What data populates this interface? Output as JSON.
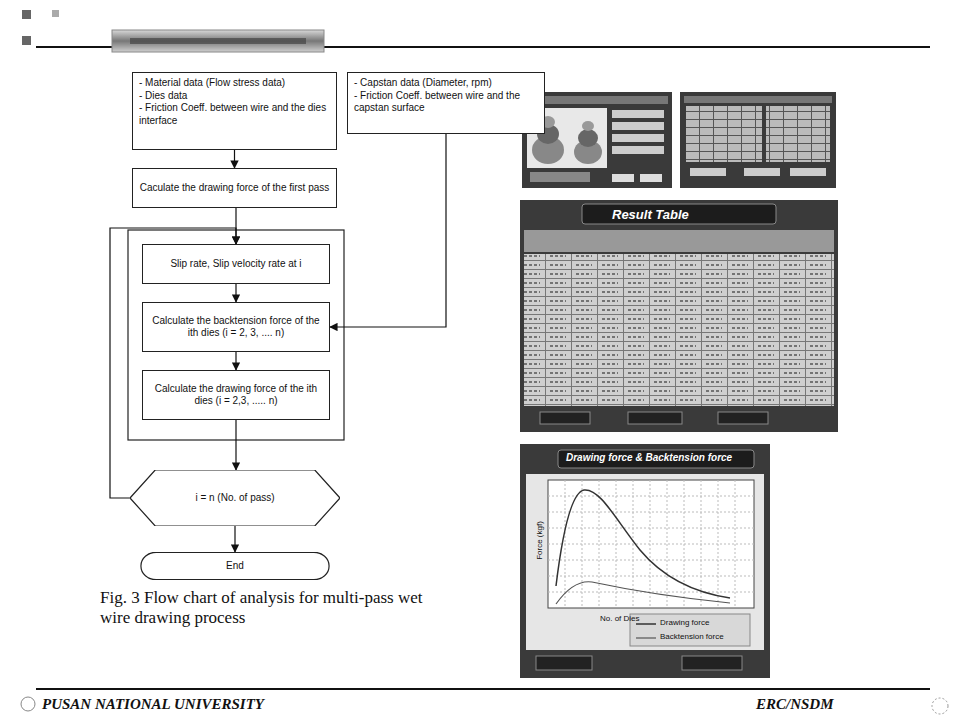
{
  "diagram": {
    "caption": "Fig. 3 Flow chart of analysis for multi-pass wet wire drawing process",
    "nodes": [
      {
        "text": [
          "- Material data (Flow stress data)",
          "- Dies data",
          "- Friction Coeff. between wire and the dies interface"
        ]
      },
      {
        "text": [
          "- Capstan data (Diameter, rpm)",
          "- Friction Coeff. between wire and the capstan surface"
        ]
      },
      {
        "text": [
          "Caculate the drawing force of the first pass"
        ]
      },
      {
        "text": [
          "Slip rate, Slip velocity rate at i"
        ]
      },
      {
        "text": [
          "Calculate the backtension force of the ith dies (i = 2, 3, .... n)"
        ]
      },
      {
        "text": [
          "Calculate the drawing force of the ith dies (i = 2,3, ..... n)"
        ]
      },
      {
        "text": [
          "i = n (No. of pass)"
        ]
      },
      {
        "text": [
          "End"
        ]
      }
    ],
    "edges": [
      {
        "from": 0,
        "to": 2,
        "arrow": "to"
      },
      {
        "from": 2,
        "to": 3,
        "arrow": "to"
      },
      {
        "from": 3,
        "to": 4,
        "arrow": "to"
      },
      {
        "from": 4,
        "to": 5,
        "arrow": "to"
      },
      {
        "from": 5,
        "to": 6,
        "arrow": "to"
      },
      {
        "from": 6,
        "to": 7,
        "arrow": "to"
      },
      {
        "from": 6,
        "to": 3,
        "arrow": "to"
      },
      {
        "from": 1,
        "to": 4,
        "arrow": "to"
      }
    ],
    "labels": [
      "Result Table",
      "Drawing force & Backtension force",
      "Force (kgf)",
      "No. of Dies",
      "PUSAN NATIONAL UNIVERSITY",
      "ERC/NSDM"
    ],
    "legend": [
      {
        "text": "Drawing force"
      },
      {
        "text": "Backtension force"
      }
    ]
  }
}
